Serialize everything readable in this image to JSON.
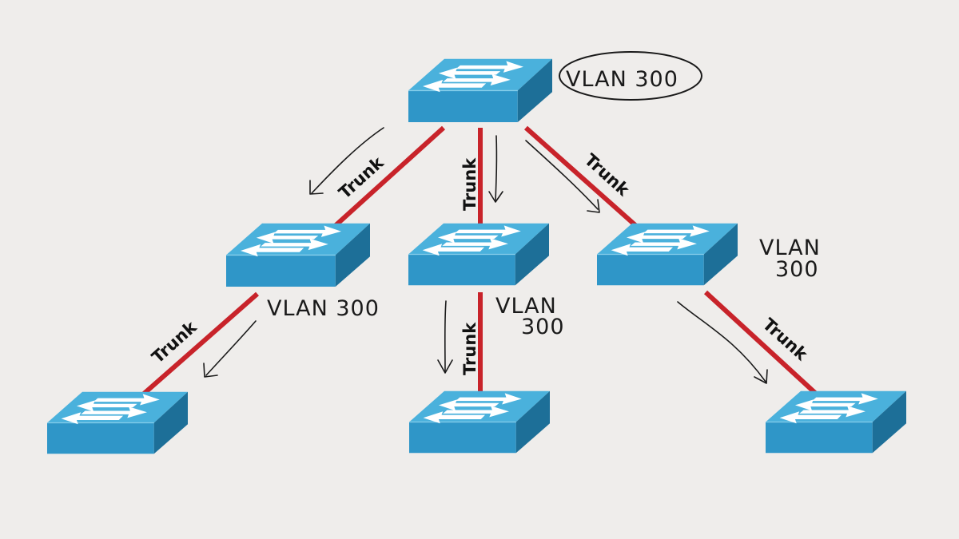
{
  "diagram": {
    "link_label": "Trunk",
    "annotations": {
      "root": "VLAN 300",
      "left": "VLAN 300",
      "center_line1": "VLAN",
      "center_line2": "300",
      "right_line1": "VLAN",
      "right_line2": "300"
    },
    "colors": {
      "background": "#efedeb",
      "switch_top": "#4ab1dc",
      "switch_front": "#2f96c8",
      "switch_side": "#1d6f98",
      "trunk_link": "#c8232a",
      "arrow_ink": "#1a1a1a"
    },
    "switch_icon": "network-switch-icon",
    "switches": [
      {
        "id": "root"
      },
      {
        "id": "mid-left"
      },
      {
        "id": "mid-center"
      },
      {
        "id": "mid-right"
      },
      {
        "id": "bottom-left"
      },
      {
        "id": "bottom-center"
      },
      {
        "id": "bottom-right"
      }
    ],
    "links": [
      {
        "from": "root",
        "to": "mid-left"
      },
      {
        "from": "root",
        "to": "mid-center"
      },
      {
        "from": "root",
        "to": "mid-right"
      },
      {
        "from": "mid-left",
        "to": "bottom-left"
      },
      {
        "from": "mid-center",
        "to": "bottom-center"
      },
      {
        "from": "mid-right",
        "to": "bottom-right"
      }
    ]
  }
}
